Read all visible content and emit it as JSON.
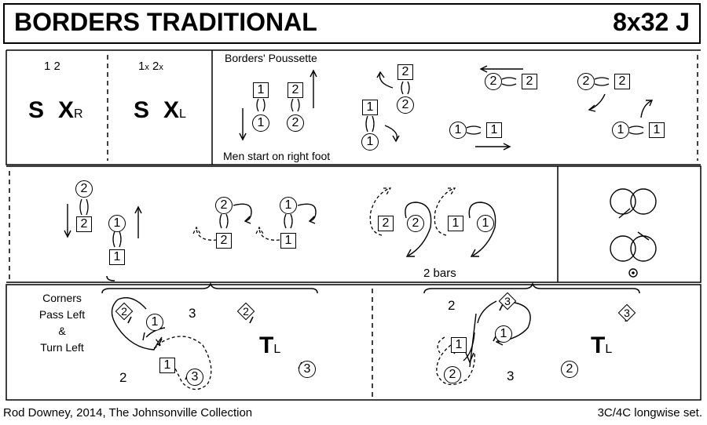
{
  "title": "BORDERS TRADITIONAL",
  "formation": "8x32 J",
  "row1": {
    "bars_a": "1 2",
    "figure_a": "S",
    "cross_a": "X",
    "cross_a_sub": "R",
    "bars_b_1": "1",
    "bars_b_x1": "x",
    "bars_b_2": "2",
    "bars_b_x2": "x",
    "figure_b": "S",
    "cross_b": "X",
    "cross_b_sub": "L",
    "poussette_title": "Borders' Poussette",
    "poussette_note": "Men start on right foot"
  },
  "row2": {
    "bars_note": "2 bars"
  },
  "row3": {
    "corners_line1": "Corners",
    "corners_line2": "Pass Left",
    "corners_line3": "&",
    "corners_line4": "Turn Left",
    "turn_label": "T",
    "turn_sub": "L",
    "pos_2a": "2",
    "pos_3a": "3",
    "pos_2b": "2",
    "pos_3b": "3"
  },
  "dancers": {
    "m1": "1",
    "m2": "2",
    "w1": "1",
    "w2": "2",
    "w3": "3"
  },
  "footer": {
    "credit": "Rod Downey, 2014, The Johnsonville Collection",
    "set": "3C/4C longwise set."
  }
}
